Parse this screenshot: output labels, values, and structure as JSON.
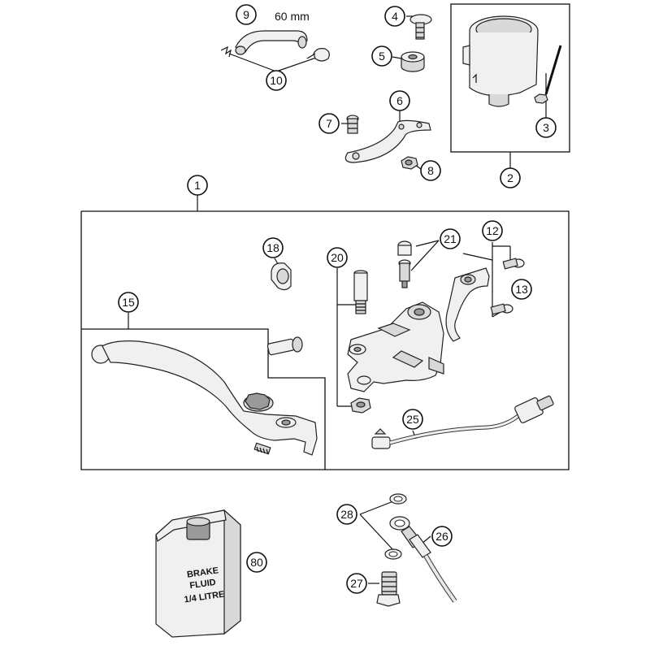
{
  "dimension_label": "60 mm",
  "bottle_label": [
    "BRAKE",
    "FLUID",
    "1/4 LITRE"
  ],
  "callouts": {
    "c1": "1",
    "c2": "2",
    "c3": "3",
    "c4": "4",
    "c5": "5",
    "c6": "6",
    "c7": "7",
    "c8": "8",
    "c9": "9",
    "c10": "10",
    "c12": "12",
    "c13": "13",
    "c15": "15",
    "c18": "18",
    "c20": "20",
    "c21": "21",
    "c25": "25",
    "c26": "26",
    "c27": "27",
    "c28": "28",
    "c80": "80"
  }
}
